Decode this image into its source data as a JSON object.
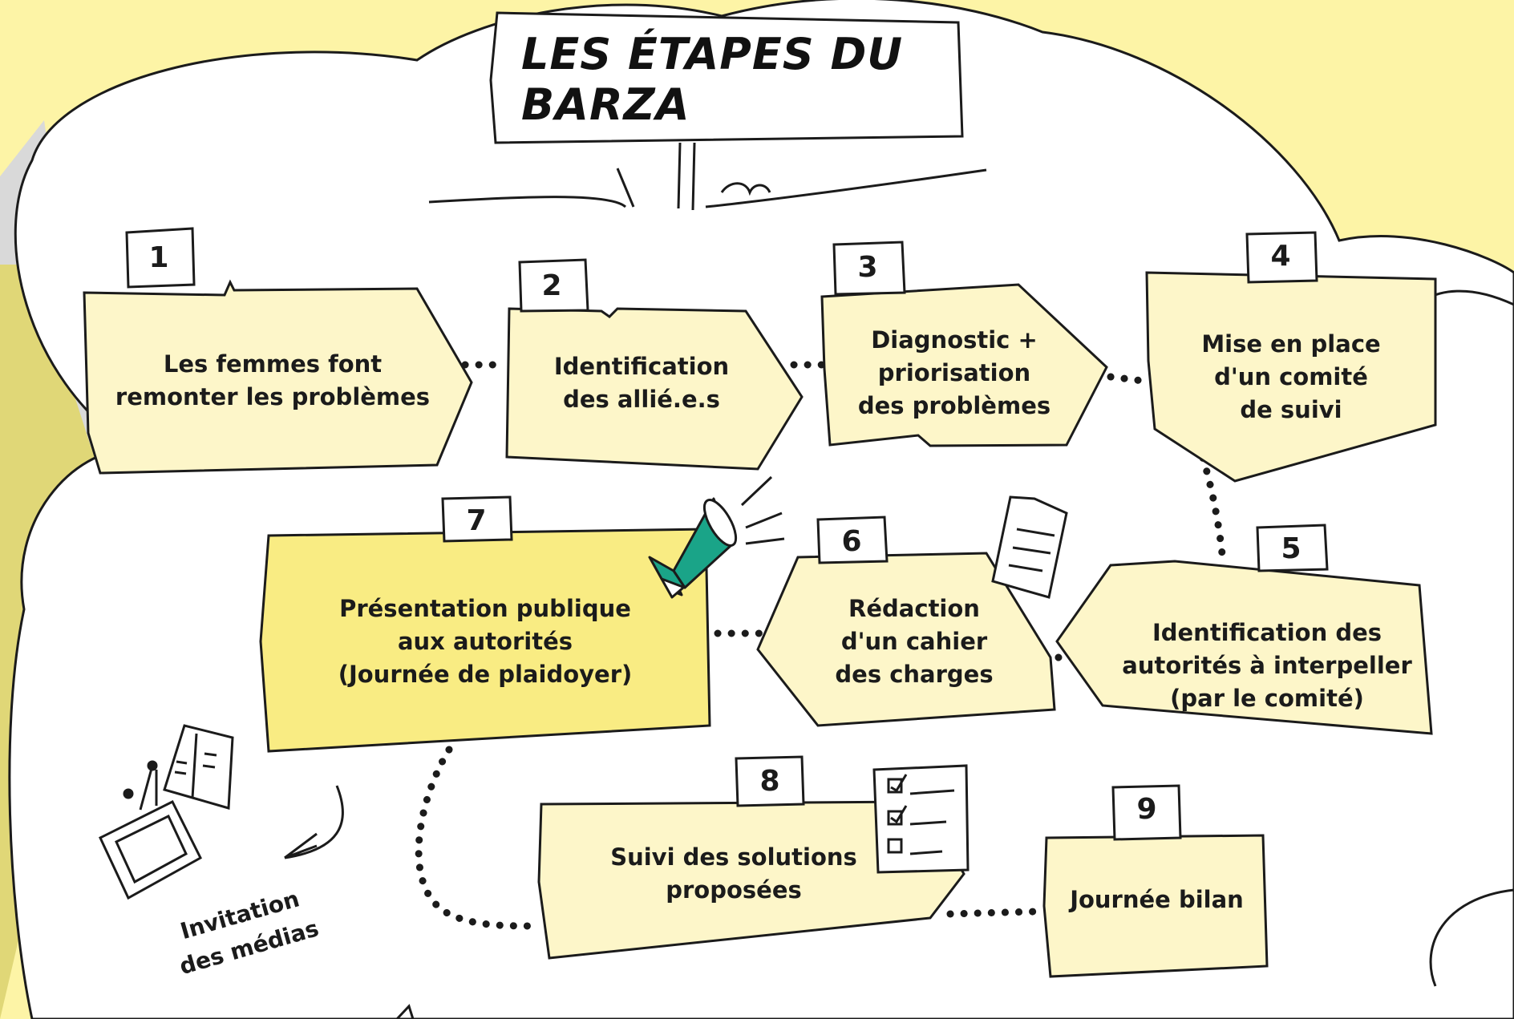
{
  "title": "LES ÉTAPES DU BARZA",
  "steps": [
    {
      "num": "1",
      "text": "Les femmes font\nremonter les problèmes"
    },
    {
      "num": "2",
      "text": "Identification\ndes  allié.e.s"
    },
    {
      "num": "3",
      "text": "Diagnostic +\npriorisation\ndes problèmes"
    },
    {
      "num": "4",
      "text": "Mise en place\nd'un comité\nde suivi"
    },
    {
      "num": "5",
      "text": "Identification des\nautorités à interpeller\n(par le comité)"
    },
    {
      "num": "6",
      "text": "Rédaction\nd'un cahier\ndes charges"
    },
    {
      "num": "7",
      "text": "Présentation publique\naux autorités\n(Journée de plaidoyer)"
    },
    {
      "num": "8",
      "text": "Suivi des solutions\nproposées"
    },
    {
      "num": "9",
      "text": "Journée bilan"
    }
  ],
  "side_note": "Invitation\ndes médias",
  "colors": {
    "background": "#fdf4a6",
    "cloud": "#ffffff",
    "card": "#fdf6c9",
    "highlight_card": "#f9ec83",
    "megaphone": "#1aa488",
    "outline": "#1b1b1b"
  },
  "icons": [
    "megaphone-icon",
    "document-icon",
    "checklist-icon",
    "tv-icon",
    "newspaper-icon"
  ]
}
